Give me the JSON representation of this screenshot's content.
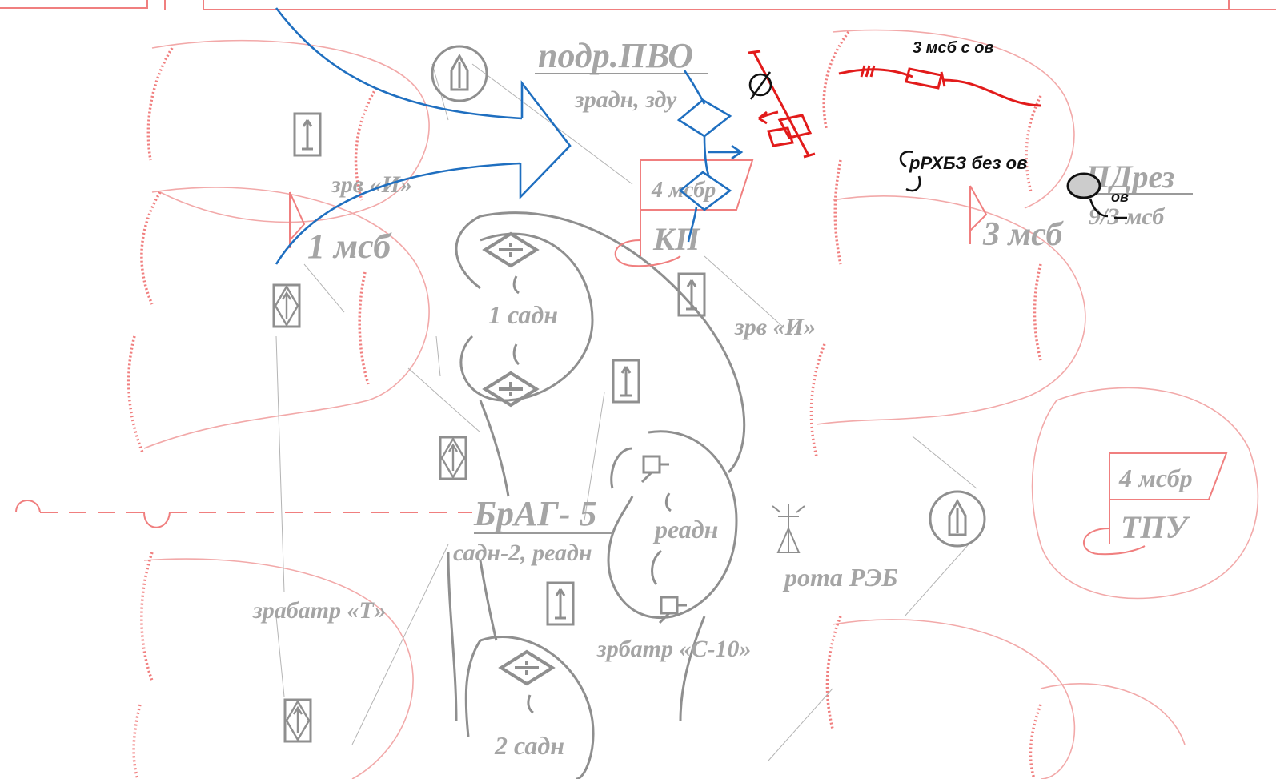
{
  "map": {
    "labels": {
      "air_defense_unit": "подр.ПВО",
      "air_defense_sub": "зрадн, зду",
      "zrv_i_left": "зрв «И»",
      "msb_1": "1 мсб",
      "brigade_cp_num": "4 мсбр",
      "brigade_cp": "КП",
      "zrv_i_right": "зрв «И»",
      "sadn_1": "1 садн",
      "brag": "БрАГ- 5",
      "brag_sub": "садн-2, реадн",
      "readn": "реадн",
      "zrabatr_t": "зрабатр «Т»",
      "zrbatr_s10": "зрбатр «С-10»",
      "rota_reb": "рота РЭБ",
      "sadn_2": "2 садн",
      "msb_3": "3 мсб",
      "pdrez": "ПДрез",
      "pdrez_sub": "9/3 мсб",
      "tpu_num": "4 мсбр",
      "tpu": "ТПУ",
      "red_overlay": "3 мсб с ов",
      "rkhbz": "рРХБЗ без ов",
      "ov": "ов"
    },
    "colors": {
      "friendly_positions": "#f07f7f",
      "units": "#8f8f8f",
      "enemy_attack": "#1f6fc0",
      "chemical_overlay": "#e21b1b"
    },
    "icons": [
      "air-defense-icon",
      "radar-icon",
      "artillery-icon",
      "command-flag-icon",
      "ew-antenna-icon"
    ]
  }
}
